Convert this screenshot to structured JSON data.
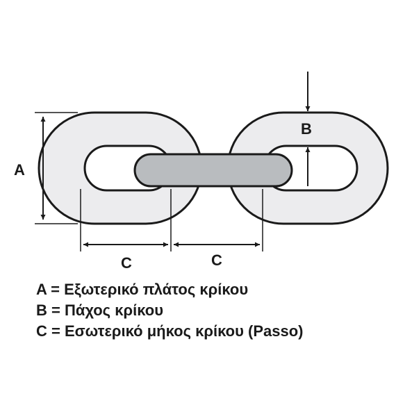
{
  "dimensions": {
    "a": "A",
    "b": "B",
    "c_left": "C",
    "c_right": "C"
  },
  "legend": [
    "A = Εξωτερικό πλάτος κρίκου",
    "B = Πάχος κρίκου",
    "C = Εσωτερικό μήκος κρίκου (Passo)"
  ],
  "colors": {
    "outline": "#1a1a1a",
    "link_fill": "#ececee",
    "middle_link_fill": "#b9bcbf",
    "text": "#1a1a1a"
  }
}
